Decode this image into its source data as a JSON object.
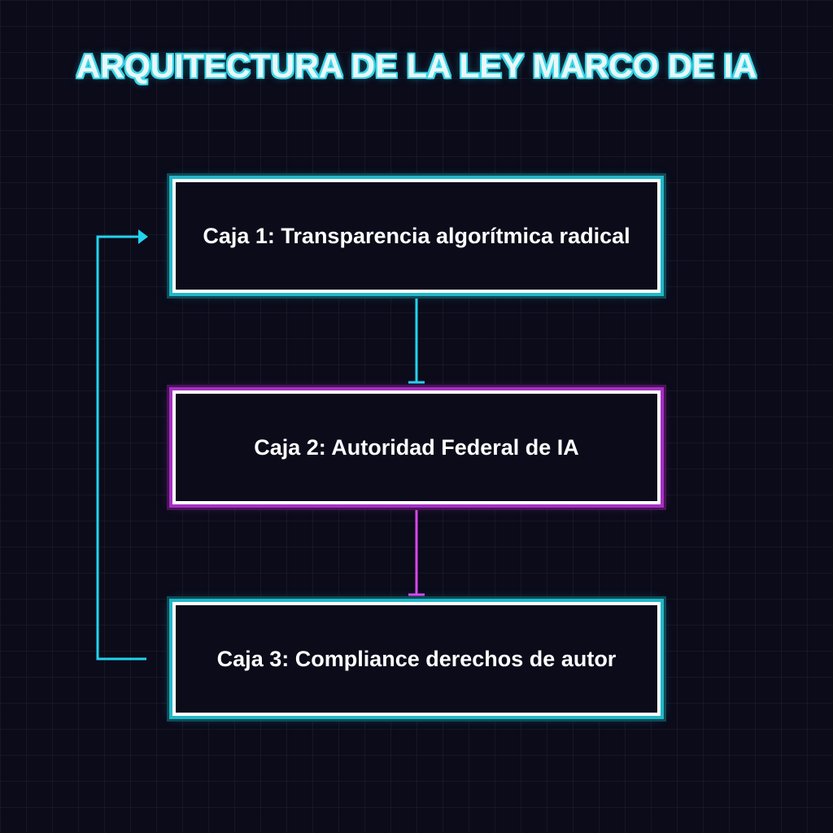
{
  "title": "ARQUITECTURA DE LA LEY MARCO DE IA",
  "boxes": [
    {
      "label": "Caja 1: Transparencia algorítmica radical",
      "color": "#22d3ee"
    },
    {
      "label": "Caja 2: Autoridad Federal de IA",
      "color": "#d946ef"
    },
    {
      "label": "Caja 3: Compliance derechos de autor",
      "color": "#22d3ee"
    }
  ],
  "colors": {
    "background": "#0b0b1a",
    "cyan": "#22d3ee",
    "magenta": "#d946ef",
    "box_border": "#ffffff",
    "text": "#ffffff"
  }
}
